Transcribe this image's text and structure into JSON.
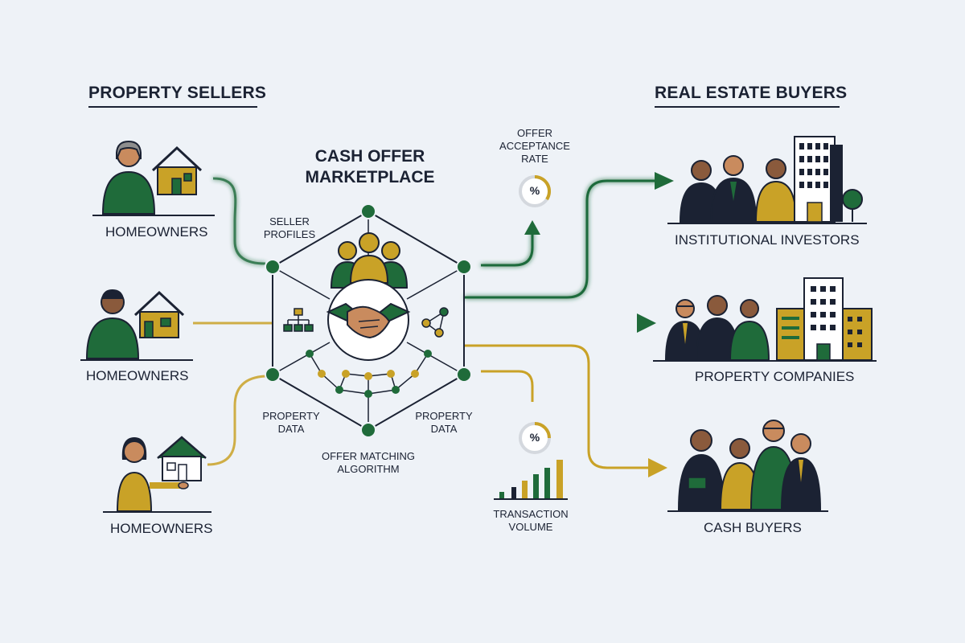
{
  "sellers": {
    "heading": "PROPERTY SELLERS",
    "groups": [
      {
        "label": "HOMEOWNERS"
      },
      {
        "label": "HOMEOWNERS"
      },
      {
        "label": "HOMEOWNERS"
      }
    ]
  },
  "buyers": {
    "heading": "REAL ESTATE BUYERS",
    "groups": [
      {
        "label": "INSTITUTIONAL INVESTORS"
      },
      {
        "label": "PROPERTY COMPANIES"
      },
      {
        "label": "CASH BUYERS"
      }
    ]
  },
  "hub": {
    "title_line1": "CASH OFFER",
    "title_line2": "MARKETPLACE",
    "seller_profiles_1": "SELLER",
    "seller_profiles_2": "PROFILES",
    "property_data_left_1": "PROPERTY",
    "property_data_left_2": "DATA",
    "property_data_right_1": "PROPERTY",
    "property_data_right_2": "DATA",
    "algorithm_1": "OFFER MATCHING",
    "algorithm_2": "ALGORITHM"
  },
  "metrics": {
    "acceptance_1": "OFFER",
    "acceptance_2": "ACCEPTANCE",
    "acceptance_3": "RATE",
    "acceptance_symbol": "%",
    "volume_symbol": "%",
    "volume_1": "TRANSACTION",
    "volume_2": "VOLUME"
  },
  "colors": {
    "green": "#1f6b3a",
    "gold": "#c9a227",
    "navy": "#1b2233",
    "background": "#eef2f7"
  }
}
